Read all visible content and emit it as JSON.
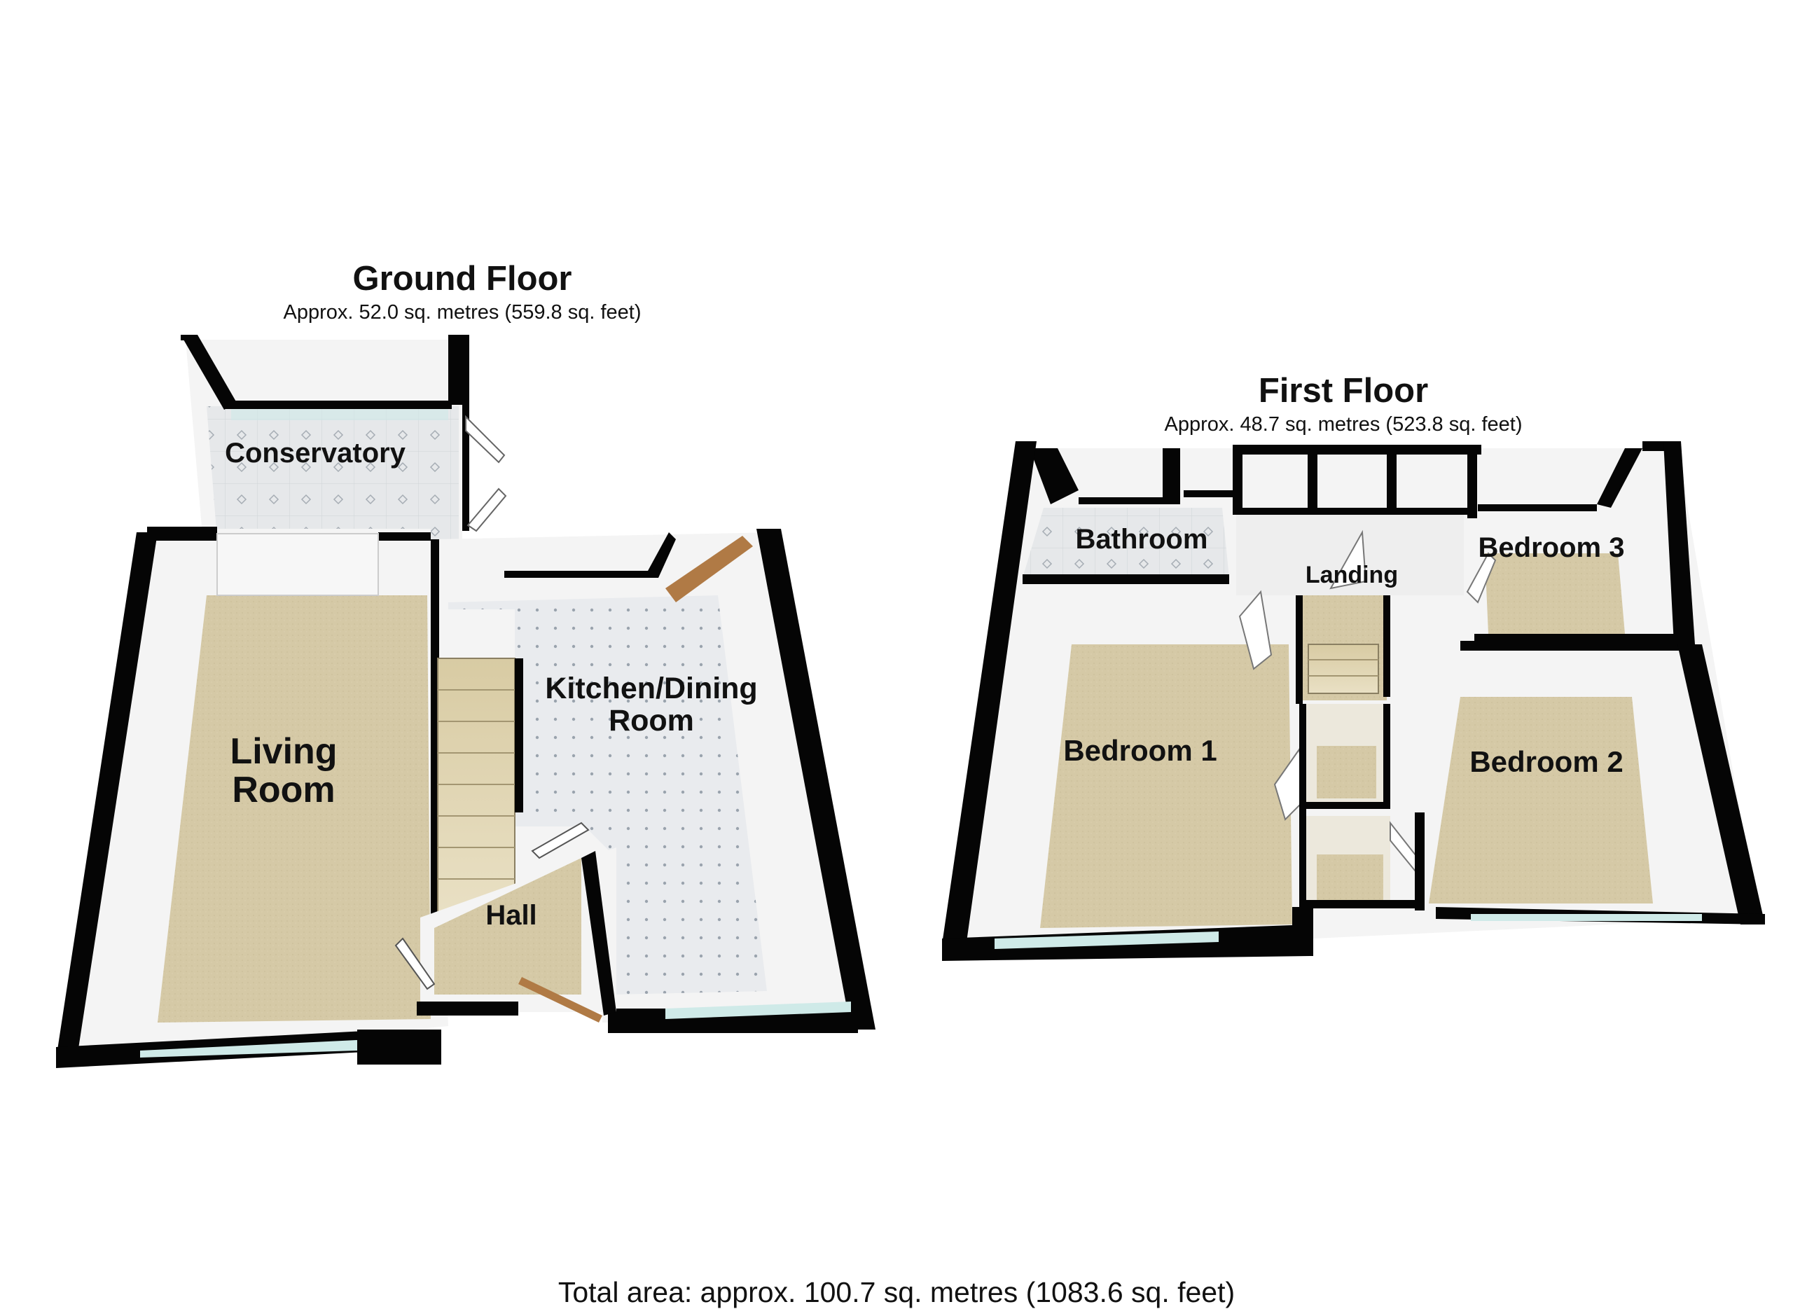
{
  "ground_floor": {
    "title": "Ground Floor",
    "area": "Approx. 52.0 sq. metres (559.8 sq. feet)",
    "rooms": {
      "conservatory": "Conservatory",
      "living_room_line1": "Living",
      "living_room_line2": "Room",
      "kitchen_line1": "Kitchen/Dining",
      "kitchen_line2": "Room",
      "hall": "Hall"
    }
  },
  "first_floor": {
    "title": "First Floor",
    "area": "Approx. 48.7 sq. metres (523.8 sq. feet)",
    "rooms": {
      "bathroom": "Bathroom",
      "landing": "Landing",
      "bedroom3": "Bedroom 3",
      "bedroom1": "Bedroom 1",
      "bedroom2": "Bedroom 2"
    }
  },
  "total_area": "Total area: approx. 100.7 sq. metres (1083.6 sq. feet)",
  "colors": {
    "wall": "#050505",
    "carpet": "#d5c9a6",
    "tile": "#e9ebee",
    "wall_face": "#f4f4f4",
    "glass": "#cfeae8",
    "door_wood": "#b07a45"
  }
}
